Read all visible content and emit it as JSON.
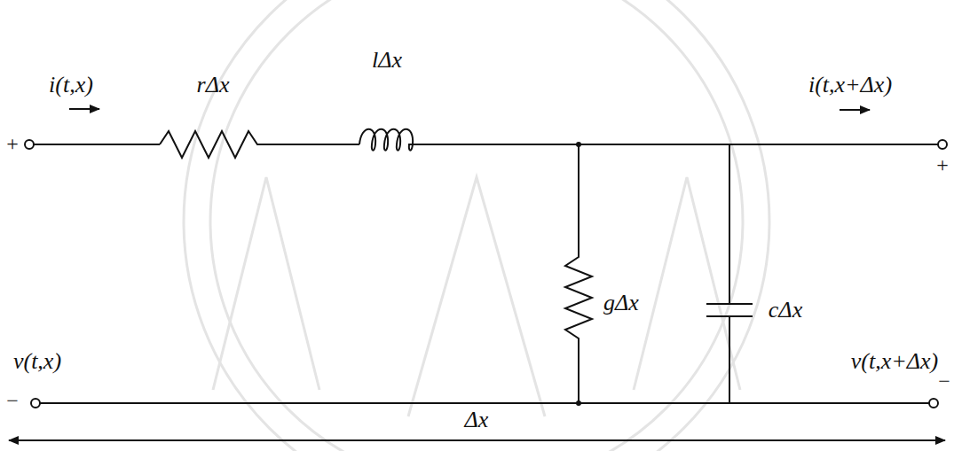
{
  "diagram": {
    "labels": [
      "i(t,x)",
      "rΔx",
      "lΔx",
      "i(t,x+Δx)",
      "+",
      "+",
      "v(t,x)",
      "gΔx",
      "cΔx",
      "v(t,x+Δx)",
      "−",
      "−",
      "Δx"
    ]
  }
}
